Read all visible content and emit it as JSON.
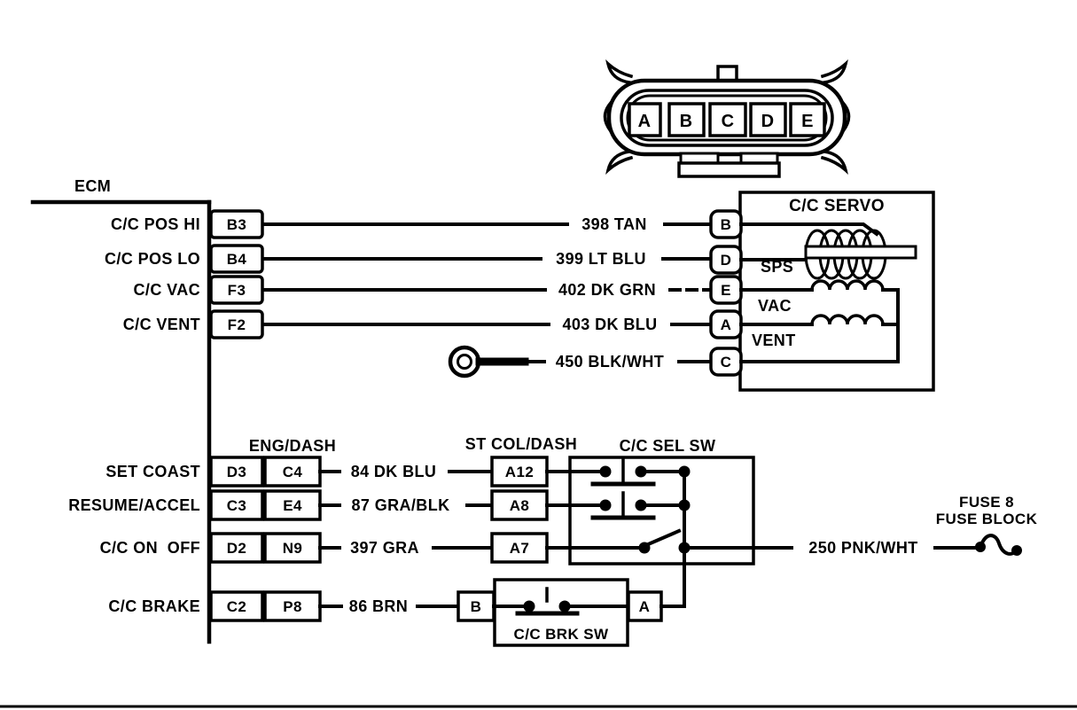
{
  "connector": {
    "pins": [
      "A",
      "B",
      "C",
      "D",
      "E"
    ]
  },
  "ecm": {
    "label": "ECM",
    "upper_rows": [
      {
        "signal": "C/C POS HI",
        "ecm_pin": "B3",
        "wire": "398 TAN"
      },
      {
        "signal": "C/C POS LO",
        "ecm_pin": "B4",
        "wire": "399 LT BLU"
      },
      {
        "signal": "C/C VAC",
        "ecm_pin": "F3",
        "wire": "402 DK GRN"
      },
      {
        "signal": "C/C VENT",
        "ecm_pin": "F2",
        "wire": "403 DK BLU"
      }
    ],
    "ground_row": {
      "wire": "450 BLK/WHT"
    },
    "lower_rows": [
      {
        "signal": "SET COAST",
        "ecm_pin": "D3",
        "harness_pin": "C4",
        "wire": "84 DK BLU",
        "column_pin": "A12"
      },
      {
        "signal": "RESUME/ACCEL",
        "ecm_pin": "C3",
        "harness_pin": "E4",
        "wire": "87 GRA/BLK",
        "column_pin": "A8"
      },
      {
        "signal": "C/C ON  OFF",
        "ecm_pin": "D2",
        "harness_pin": "N9",
        "wire": "397 GRA",
        "column_pin": "A7"
      },
      {
        "signal": "C/C BRAKE",
        "ecm_pin": "C2",
        "harness_pin": "P8",
        "wire": "86 BRN"
      }
    ]
  },
  "servo": {
    "title": "C/C SERVO",
    "sps_label": "SPS",
    "vac_label": "VAC",
    "vent_label": "VENT",
    "pins": [
      "B",
      "D",
      "E",
      "A",
      "C"
    ]
  },
  "headers": {
    "eng_dash": "ENG/DASH",
    "st_col_dash": "ST COL/DASH",
    "sel_sw": "C/C SEL SW"
  },
  "brake_switch": {
    "label": "C/C BRK SW",
    "left_pin": "B",
    "right_pin": "A"
  },
  "fuse": {
    "wire": "250 PNK/WHT",
    "name": "FUSE 8",
    "location": "FUSE BLOCK"
  }
}
